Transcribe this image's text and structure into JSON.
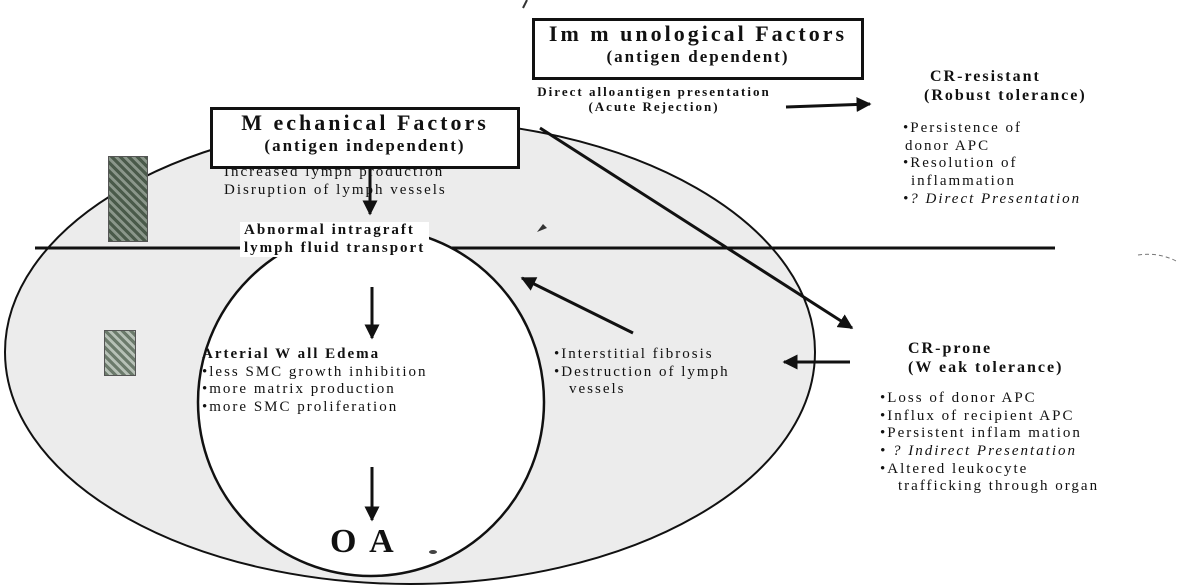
{
  "immunological": {
    "title": "Im m unological Factors",
    "subtitle": "(antigen dependent)",
    "direct_line1": "Direct alloantigen presentation",
    "direct_line2": "(Acute Rejection)"
  },
  "mechanical": {
    "title": "M echanical Factors",
    "subtitle": "(antigen independent)",
    "effect1": "Increased lymph production",
    "effect2": "Disruption of lymph vessels"
  },
  "transport": {
    "line1": "Abnormal intragraft",
    "line2": "lymph fluid transport"
  },
  "edema": {
    "title": "Arterial W all Edema",
    "items": [
      "•less SMC growth inhibition",
      "•more matrix production",
      "•more SMC proliferation"
    ]
  },
  "outcome": "O A",
  "fibrosis": {
    "items": [
      "•Interstitial fibrosis",
      "•Destruction of lymph",
      "vessels"
    ]
  },
  "cr_resistant": {
    "title": "CR-resistant",
    "subtitle": "(Robust tolerance)",
    "items": [
      "•Persistence of",
      "donor APC",
      "•Resolution of",
      "inflammation",
      "•? Direct Presentation"
    ]
  },
  "cr_prone": {
    "title": "CR-prone",
    "subtitle": "(W eak tolerance)",
    "items": [
      "•Loss of donor APC",
      "•Influx of recipient APC",
      "•Persistent inflam mation",
      "• ? Indirect Presentation",
      "•Altered leukocyte",
      "trafficking through organ"
    ]
  }
}
